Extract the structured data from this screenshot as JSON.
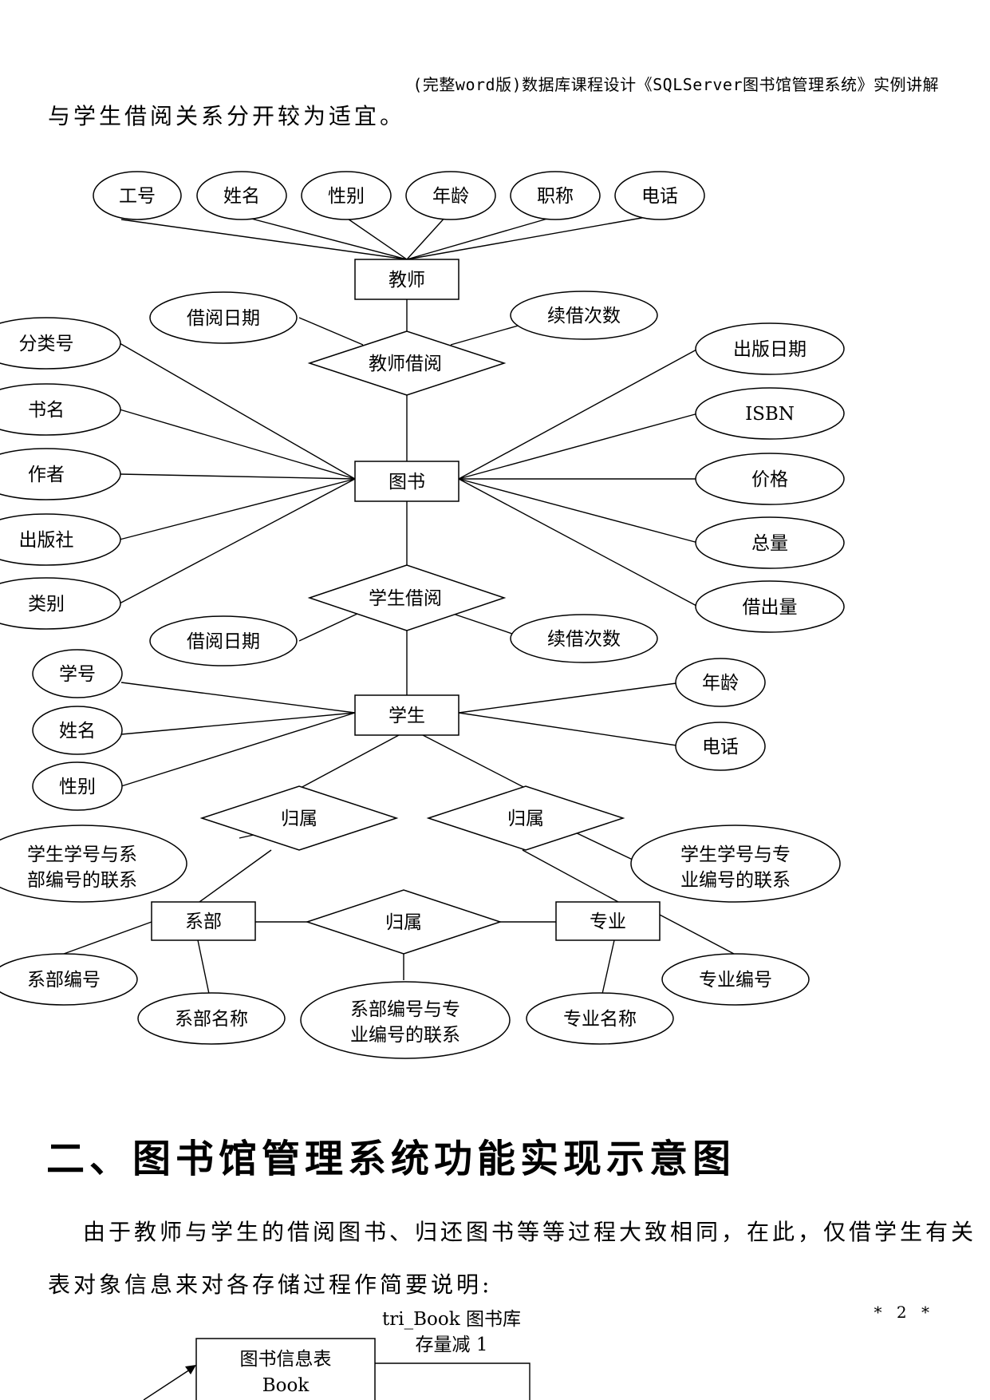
{
  "header": "(完整word版)数据库课程设计《SQLServer图书馆管理系统》实例讲解",
  "intro_line": "与学生借阅关系分开较为适宜。",
  "er_diagram": {
    "teacher_attrs": [
      "工号",
      "姓名",
      "性别",
      "年龄",
      "职称",
      "电话"
    ],
    "teacher": "教师",
    "teacher_borrow": "教师借阅",
    "tb_date": "借阅日期",
    "tb_renew": "续借次数",
    "book": "图书",
    "book_left_attrs": [
      "分类号",
      "书名",
      "作者",
      "出版社",
      "类别"
    ],
    "book_right_attrs": [
      "出版日期",
      "ISBN",
      "价格",
      "总量",
      "借出量"
    ],
    "student_borrow": "学生借阅",
    "sb_date": "借阅日期",
    "sb_renew": "续借次数",
    "student": "学生",
    "student_left_attrs": [
      "学号",
      "姓名",
      "性别"
    ],
    "student_right_attrs": [
      "年龄",
      "电话"
    ],
    "belong": "归属",
    "dept_rel_attr": [
      "学生学号与系",
      "部编号的联系"
    ],
    "major_rel_attr": [
      "学生学号与专",
      "业编号的联系"
    ],
    "dept": "系部",
    "major": "专业",
    "dept_major_rel_attr": [
      "系部编号与专",
      "业编号的联系"
    ],
    "dept_no": "系部编号",
    "dept_name": "系部名称",
    "major_name": "专业名称",
    "major_no": "专业编号"
  },
  "section_title": "二、图书馆管理系统功能实现示意图",
  "body_line1": "由于教师与学生的借阅图书、归还图书等等过程大致相同，在此，仅借学生有关",
  "body_line2": "表对象信息来对各存储过程作简要说明:",
  "flow": {
    "trigger_label": "tri_Book 图书库",
    "trigger_label2": "存量减 1",
    "book_table": "图书信息表",
    "book_table_en": "Book"
  },
  "page_number": "* 2 *"
}
